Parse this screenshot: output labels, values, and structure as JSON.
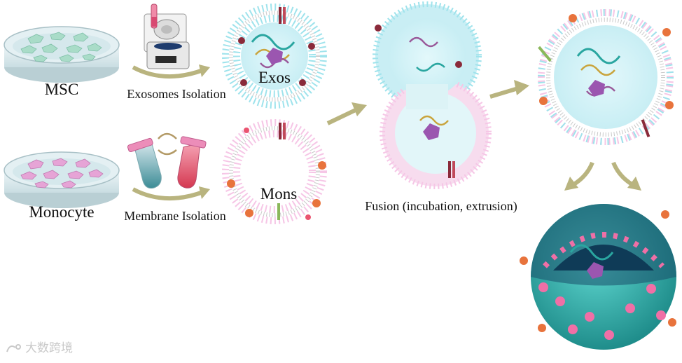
{
  "labels": {
    "msc": "MSC",
    "monocyte": "Monocyte",
    "exosomes_isolation": "Exosomes Isolation",
    "membrane_isolation": "Membrane Isolation",
    "exos": "Exos",
    "mons": "Mons",
    "fusion": "Fusion (incubation, extrusion)"
  },
  "watermark": "大数跨境",
  "colors": {
    "exo_membrane": "#9fe3ec",
    "mon_membrane": "#f6c6e6",
    "hybrid_shell": "#3fb7b3",
    "hybrid_pink": "#f06fa6",
    "arrow": "#b9b47f",
    "dish_cells_msc": "#a9dcc8",
    "dish_cells_mono": "#e6a4d6"
  }
}
